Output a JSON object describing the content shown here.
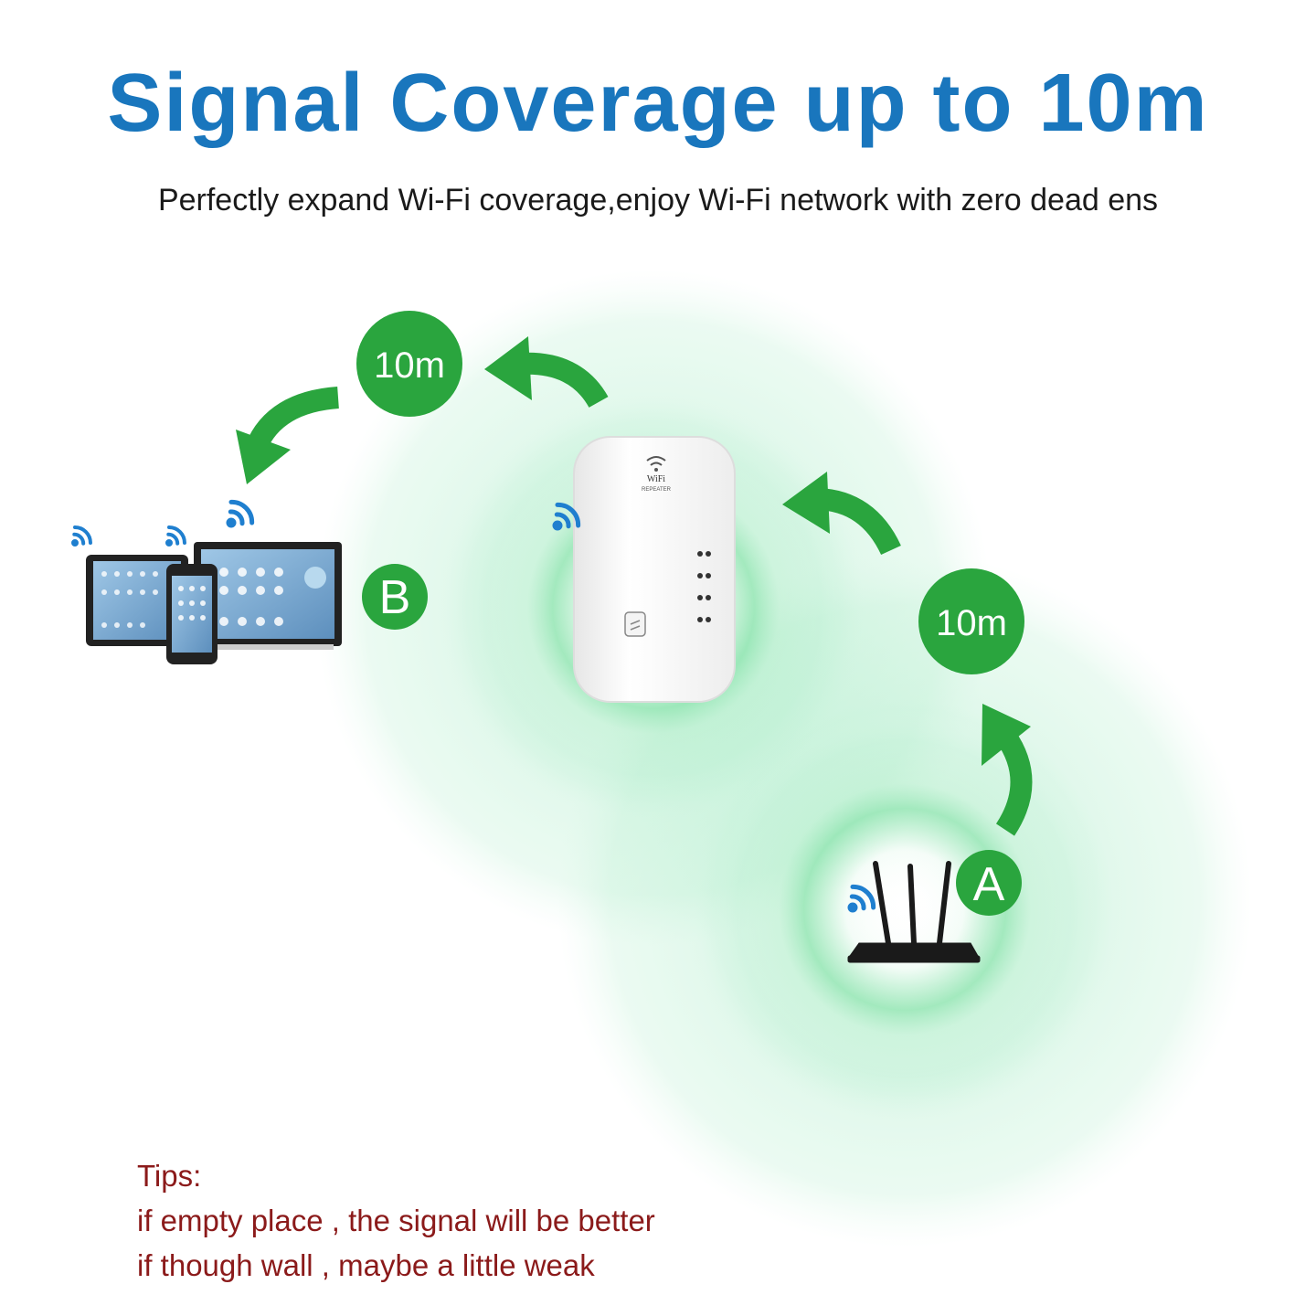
{
  "title": "Signal Coverage up to 10m",
  "subtitle": "Perfectly expand Wi-Fi coverage,enjoy Wi-Fi network with zero dead ens",
  "badges": {
    "distance_top": "10m",
    "distance_right": "10m",
    "point_a": "A",
    "point_b": "B"
  },
  "repeater": {
    "label_line1": "WiFi",
    "label_line2": "REPEATER"
  },
  "tips": {
    "heading": "Tips:",
    "line1": "if empty place , the signal will be better",
    "line2": "if though wall , maybe a little weak"
  },
  "colors": {
    "title": "#1976bd",
    "badge_green": "#2aa53e",
    "coverage_green": "#5fd98e",
    "tips_red": "#8b1a1a",
    "wifi_icon_blue": "#1f7fcf"
  },
  "icons": [
    "wifi-icon",
    "router-icon",
    "repeater-icon",
    "tablet-icon",
    "phone-icon",
    "monitor-icon",
    "arrow-icon"
  ]
}
